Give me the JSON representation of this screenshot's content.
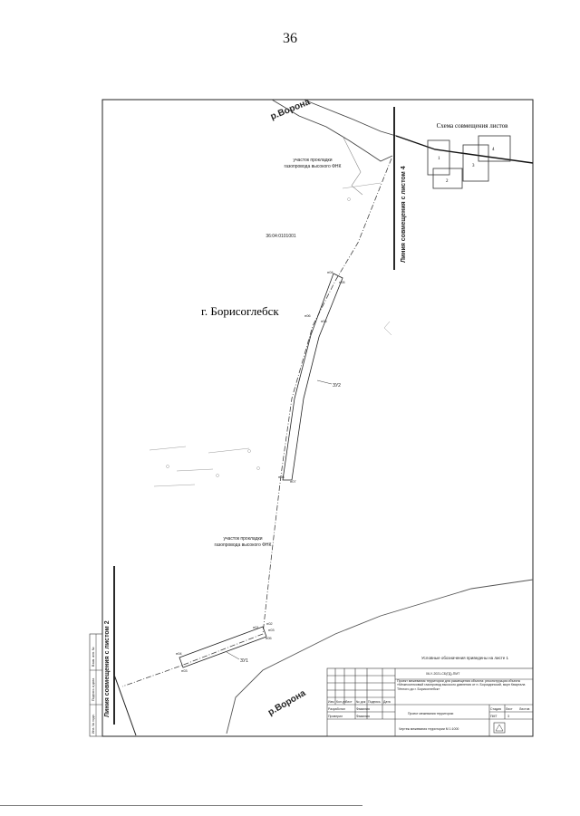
{
  "page_number": "36",
  "city_label": "г. Борисоглебск",
  "river_top": "р.Ворона",
  "river_bottom": "р.Ворона",
  "scheme_title": "Схема совмещения листов",
  "scheme_sheets": [
    "1",
    "2",
    "3",
    "4"
  ],
  "line_right": "Линия совмещения с листом 4",
  "line_left": "Линия совмещения с листом 2",
  "cadastral_quarter": "36:04:0101001",
  "route_note_top": [
    "участок прокладки",
    "газопровода высокого ФНК"
  ],
  "route_note_bottom": [
    "участок прокладки",
    "газопровода высокого ФНК"
  ],
  "zones": [
    "ЗУ2",
    "ЗУ1"
  ],
  "points": [
    "н04",
    "н05",
    "н06",
    "н06",
    "н08",
    "н07",
    "н02",
    "н03",
    "н01",
    "н05",
    "н04",
    "н03"
  ],
  "legend_note": "Условные обозначения приведены на листе 1",
  "stamp": {
    "code": "06-У-2021-СБ(ГД)-ПМТ",
    "project": "Проект межевания территории для размещения объекта: реконструкция объекта «Межпоселковый газопровод высокого давления от п. Бороздинский, мкрн Квартала Тёплого до г. Борисоглебск»",
    "rows": [
      "Изм",
      "Кол.уч",
      "Лист",
      "№ док",
      "Подпись",
      "Дата"
    ],
    "roles": [
      "Разработал",
      "Проверил"
    ],
    "names": [
      "Фамилия",
      "Фамилия"
    ],
    "stage_header": [
      "Стадия",
      "Лист",
      "Листов"
    ],
    "stage_values": [
      "ПМТ",
      "3",
      ""
    ],
    "title": "Чертеж межевания территории М 1:1000",
    "subtitle": "Проект межевания территории"
  },
  "side_labels": [
    "Инв. № подл.",
    "Подпись и дата",
    "Взам. инв. №"
  ]
}
